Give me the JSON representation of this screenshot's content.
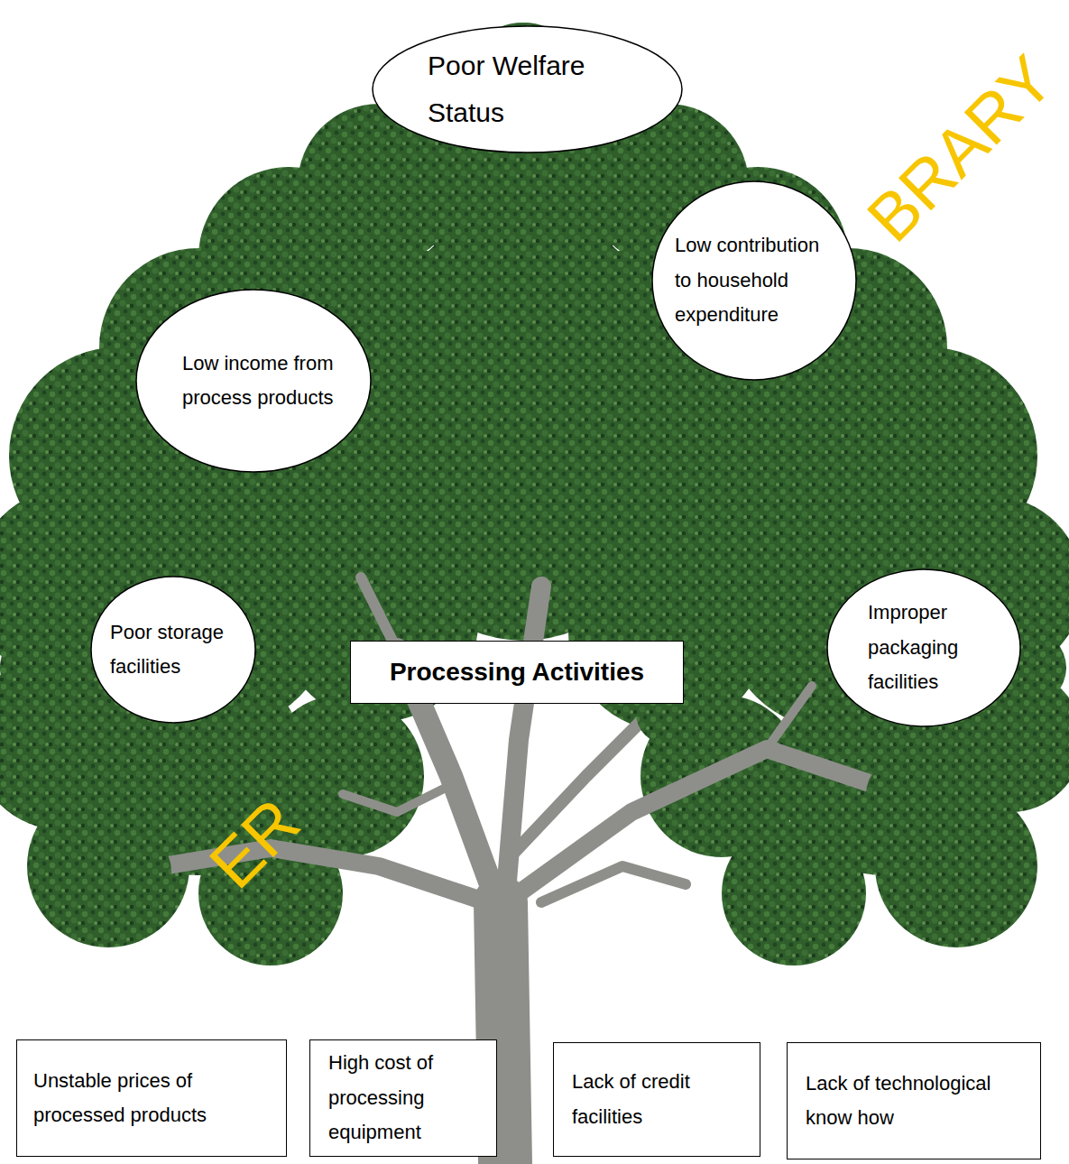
{
  "diagram": {
    "nodes": [
      {
        "text": [
          "Poor Welfare Status"
        ]
      },
      {
        "text": [
          "Low contribution to household expenditure"
        ]
      },
      {
        "text": [
          "Low income from process products"
        ]
      },
      {
        "text": [
          "Poor storage facilities"
        ]
      },
      {
        "text": [
          "Improper packaging facilities"
        ]
      },
      {
        "text": [
          "Processing Activities"
        ]
      },
      {
        "text": [
          "Unstable prices of processed products"
        ]
      },
      {
        "text": [
          "High cost of processing equipment"
        ]
      },
      {
        "text": [
          "Lack of credit facilities"
        ]
      },
      {
        "text": [
          "Lack of technological know how"
        ]
      }
    ],
    "labels": [
      "BRARY",
      "ER"
    ]
  }
}
